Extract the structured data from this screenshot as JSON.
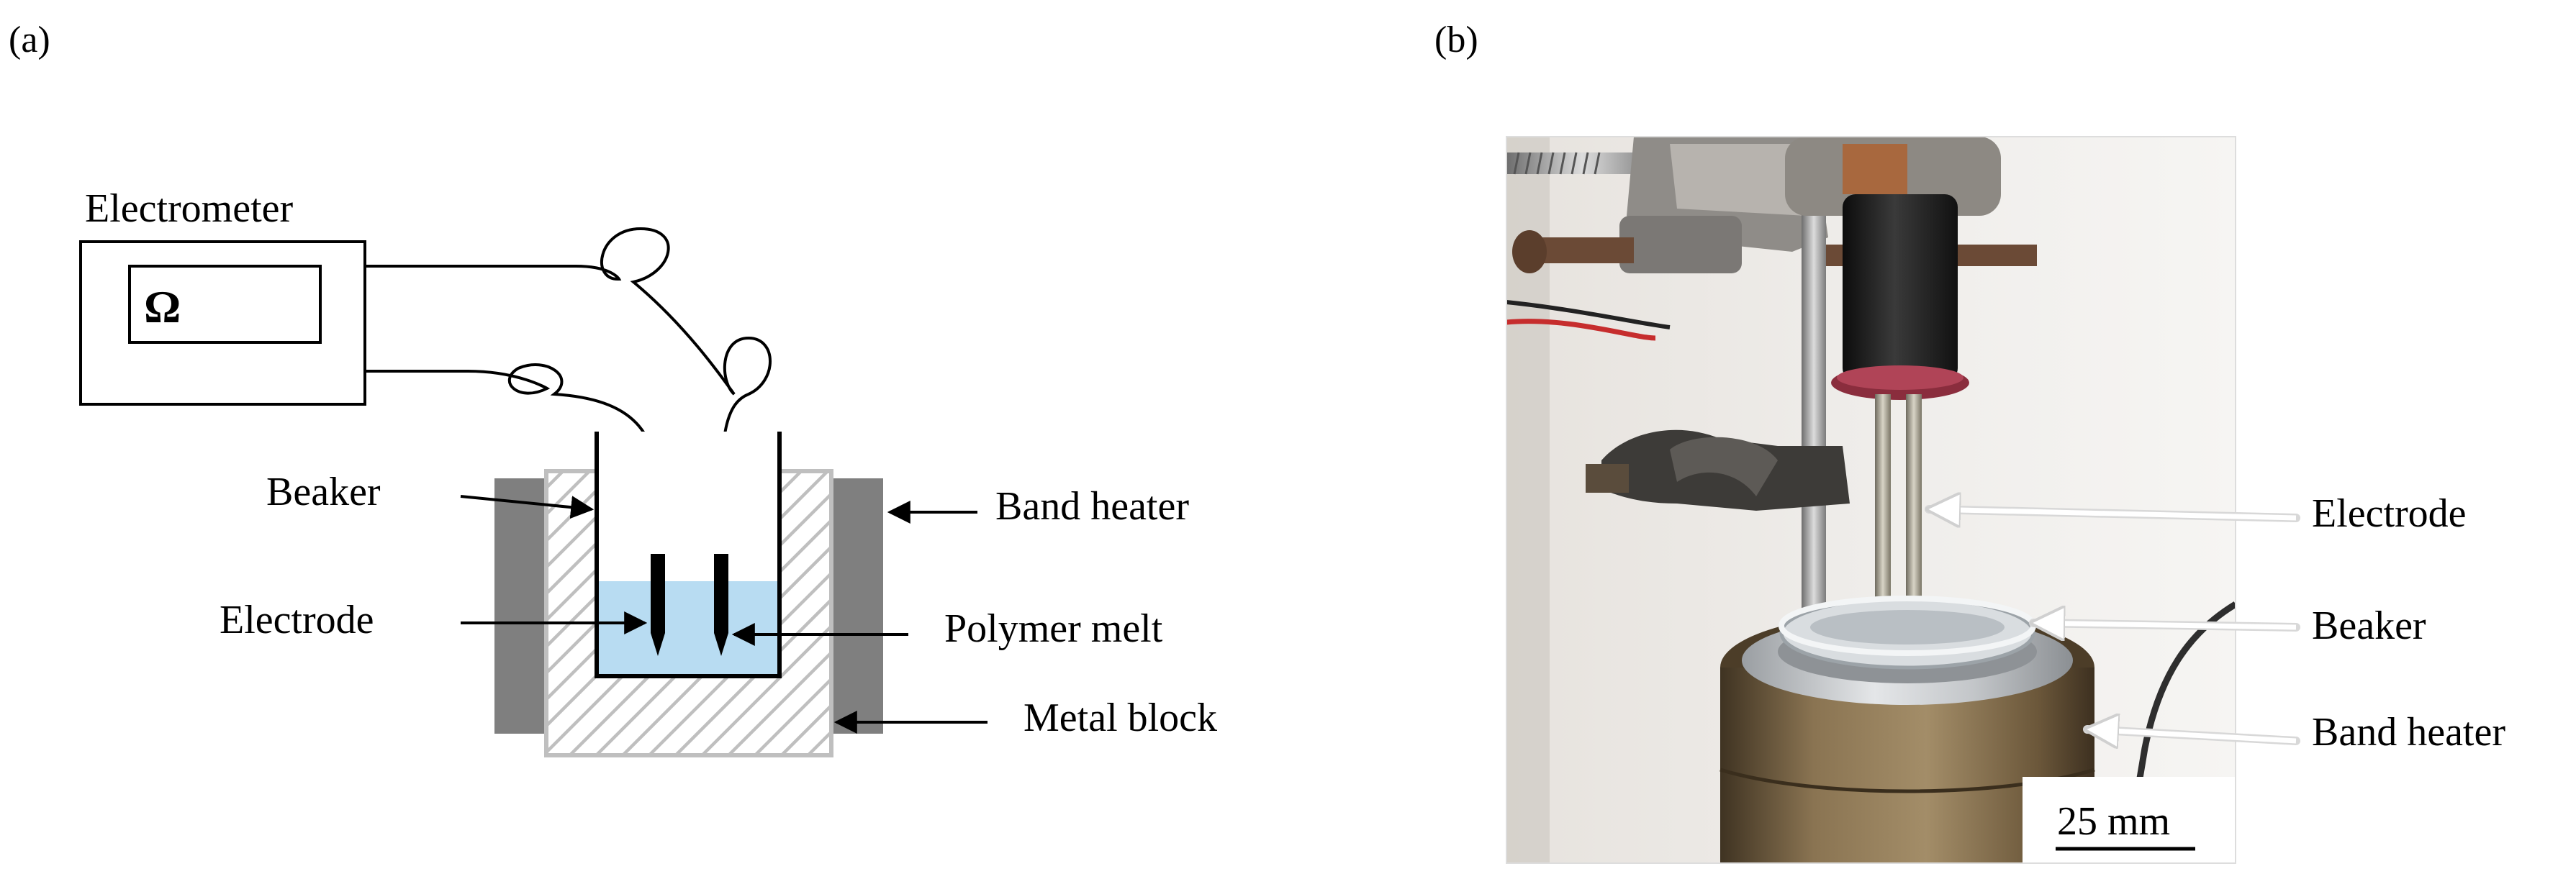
{
  "panel_a": {
    "label": "(a)",
    "electrometer": {
      "title": "Electrometer",
      "display_symbol": "Ω"
    },
    "labels": {
      "beaker": "Beaker",
      "electrode": "Electrode",
      "band_heater": "Band heater",
      "polymer_melt": "Polymer melt",
      "metal_block": "Metal block"
    },
    "colors": {
      "polymer_melt": "#b8dcf2",
      "band_heater": "#7f7f7f",
      "metal_block_hatch": "#bfbfbf"
    }
  },
  "panel_b": {
    "label": "(b)",
    "labels": {
      "electrode": "Electrode",
      "beaker": "Beaker",
      "band_heater": "Band heater"
    },
    "scale_bar": "25 mm"
  }
}
